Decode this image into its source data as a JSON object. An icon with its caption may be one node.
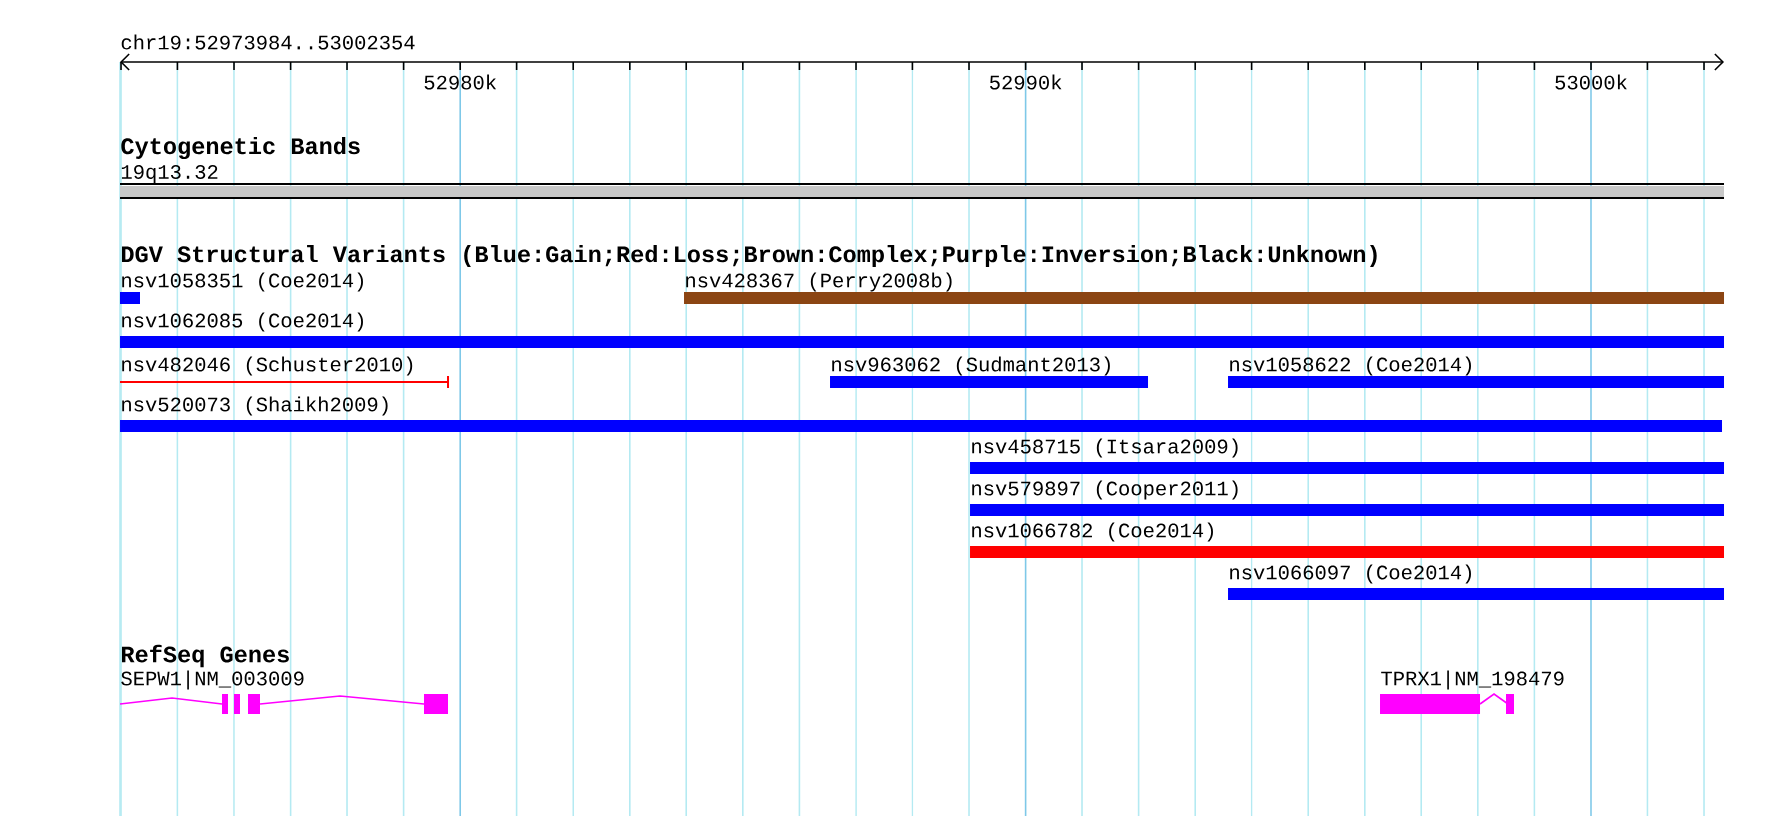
{
  "diagram": {
    "labels": [
      "chr19:52973984..53002354",
      "52980k",
      "52990k",
      "53000k",
      "Cytogenetic Bands",
      "DGV Structural Variants (Blue:Gain;Red:Loss;Brown:Complex;Purple:Inversion;Black:Unknown)",
      "RefSeq Genes"
    ],
    "nodes": [
      {
        "text": [
          "19q13.32"
        ]
      },
      {
        "text": [
          "nsv1058351 (Coe2014)"
        ]
      },
      {
        "text": [
          "nsv428367 (Perry2008b)"
        ]
      },
      {
        "text": [
          "nsv1062085 (Coe2014)"
        ]
      },
      {
        "text": [
          "nsv482046 (Schuster2010)"
        ]
      },
      {
        "text": [
          "nsv963062 (Sudmant2013)"
        ]
      },
      {
        "text": [
          "nsv1058622 (Coe2014)"
        ]
      },
      {
        "text": [
          "nsv520073 (Shaikh2009)"
        ]
      },
      {
        "text": [
          "nsv458715 (Itsara2009)"
        ]
      },
      {
        "text": [
          "nsv579897 (Cooper2011)"
        ]
      },
      {
        "text": [
          "nsv1066782 (Coe2014)"
        ]
      },
      {
        "text": [
          "nsv1066097 (Coe2014)"
        ]
      },
      {
        "text": [
          "SEPW1|NM_003009"
        ]
      },
      {
        "text": [
          "TPRX1|NM_198479"
        ]
      }
    ]
  }
}
